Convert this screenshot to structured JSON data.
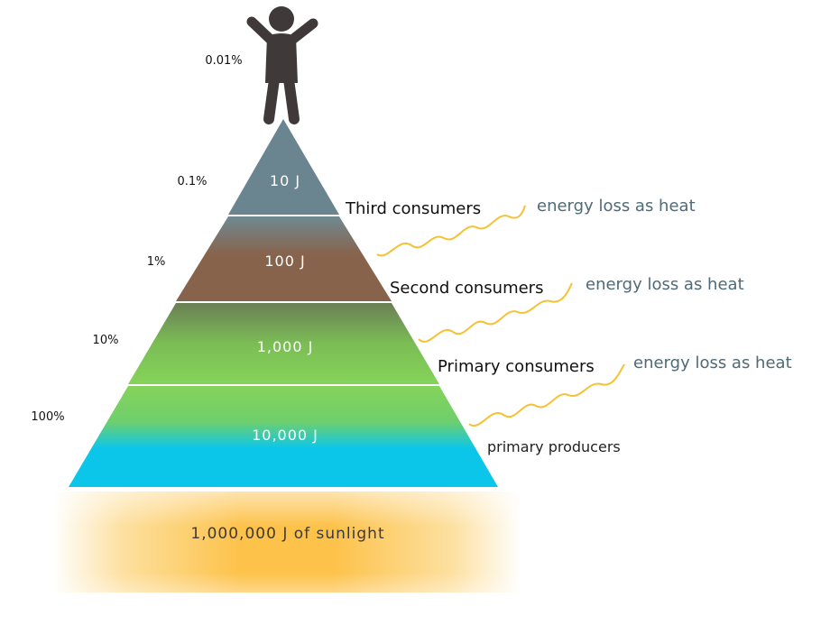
{
  "apex": {
    "percent": "0.01%"
  },
  "levels": [
    {
      "id": "third",
      "percent": "0.1%",
      "energy": "10 J",
      "label": "Third consumers",
      "heat_label": "energy loss as heat"
    },
    {
      "id": "second",
      "percent": "1%",
      "energy": "100 J",
      "label": "Second consumers",
      "heat_label": "energy loss as heat"
    },
    {
      "id": "primary",
      "percent": "10%",
      "energy": "1,000 J",
      "label": "Primary consumers",
      "heat_label": "energy loss as heat"
    },
    {
      "id": "producers",
      "percent": "100%",
      "energy": "10,000 J",
      "label": "primary producers"
    }
  ],
  "sunlight": {
    "text": "1,000,000 J of sunlight"
  },
  "colors": {
    "third": "#6b8590",
    "second_top": "#6f8a92",
    "second_bottom": "#87634c",
    "primary_top": "#6a7f55",
    "primary_bottom": "#85d35a",
    "producers_top": "#85d35a",
    "producers_bottom": "#0cc6ea",
    "sun_center": "#fdc24a",
    "heat_wave": "#f5c234",
    "figure": "#3f3a39",
    "heat_text": "#4f6a78"
  }
}
